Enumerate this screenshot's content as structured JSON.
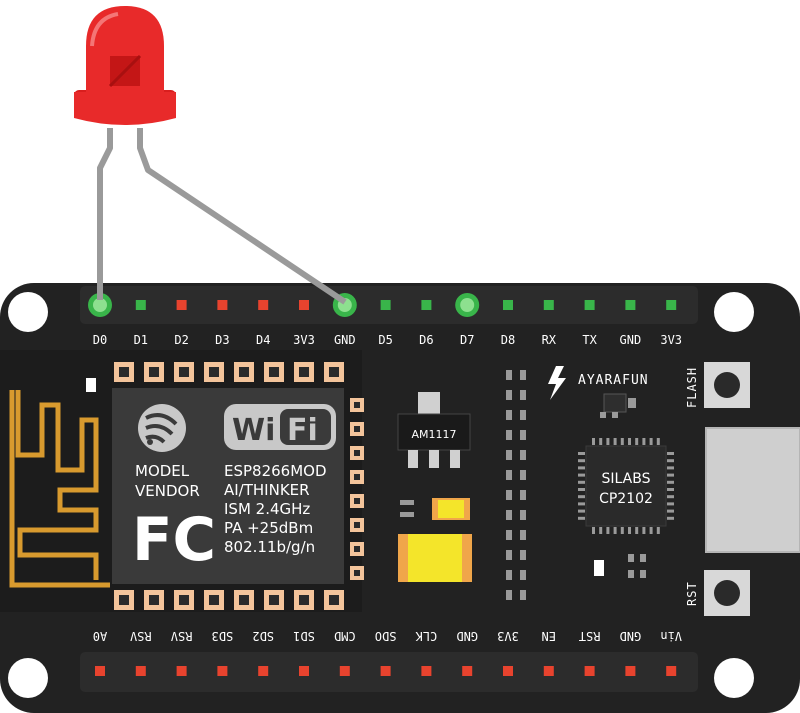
{
  "colors": {
    "board": "#222222",
    "pin_green": "#39b54a",
    "pin_red": "#e8432e",
    "pad": "#f3c49b",
    "led_red": "#e82a2a",
    "wire": "#9a9a9a",
    "usb": "#cfcfcf",
    "cap_yellow": "#f4e52a",
    "cap_orange": "#f0a64a"
  },
  "top_pins": {
    "labels": [
      "D0",
      "D1",
      "D2",
      "D3",
      "D4",
      "3V3",
      "GND",
      "D5",
      "D6",
      "D7",
      "D8",
      "RX",
      "TX",
      "GND",
      "3V3"
    ],
    "states": [
      "green-ring",
      "green",
      "red",
      "red",
      "red",
      "red",
      "green-ring",
      "green",
      "green",
      "green-ring",
      "green",
      "green",
      "green",
      "green",
      "green"
    ]
  },
  "bottom_pins": {
    "labels": [
      "A0",
      "RSV",
      "RSV",
      "SD3",
      "SD2",
      "SD1",
      "CMD",
      "SDO",
      "CLK",
      "GND",
      "3V3",
      "EN",
      "RST",
      "GND",
      "Vin"
    ]
  },
  "module": {
    "model": "MODEL",
    "vendor": "VENDOR",
    "wifi_w": "Wi",
    "wifi_f": "Fi",
    "fc_logo": "FC",
    "specs": [
      "ESP8266MOD",
      "AI/THINKER",
      "ISM 2.4GHz",
      "PA +25dBm",
      "802.11b/g/n"
    ]
  },
  "chips": {
    "regulator": "AM1117",
    "usb_chip_line1": "SILABS",
    "usb_chip_line2": "CP2102"
  },
  "labels": {
    "brand": "AYARAFUN",
    "flash": "FLASH",
    "rst": "RST"
  },
  "icons": [
    "led-icon",
    "espressif-logo-icon",
    "lightning-icon",
    "wifi-logo-icon",
    "fcc-logo-icon"
  ]
}
